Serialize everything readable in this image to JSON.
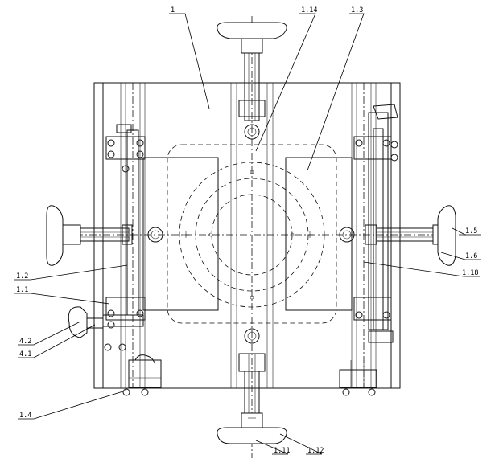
{
  "drawing": {
    "type": "mechanical fixture assembly drawing (top view)",
    "labels": {
      "l1": "1",
      "l114": "1.14",
      "l13": "1.3",
      "l12": "1.2",
      "l11": "1.1",
      "l42": "4.2",
      "l41": "4.1",
      "l14": "1.4",
      "l15": "1.5",
      "l16": "1.6",
      "l118": "1.18",
      "l111": "1.11",
      "l112": "1.12"
    }
  }
}
